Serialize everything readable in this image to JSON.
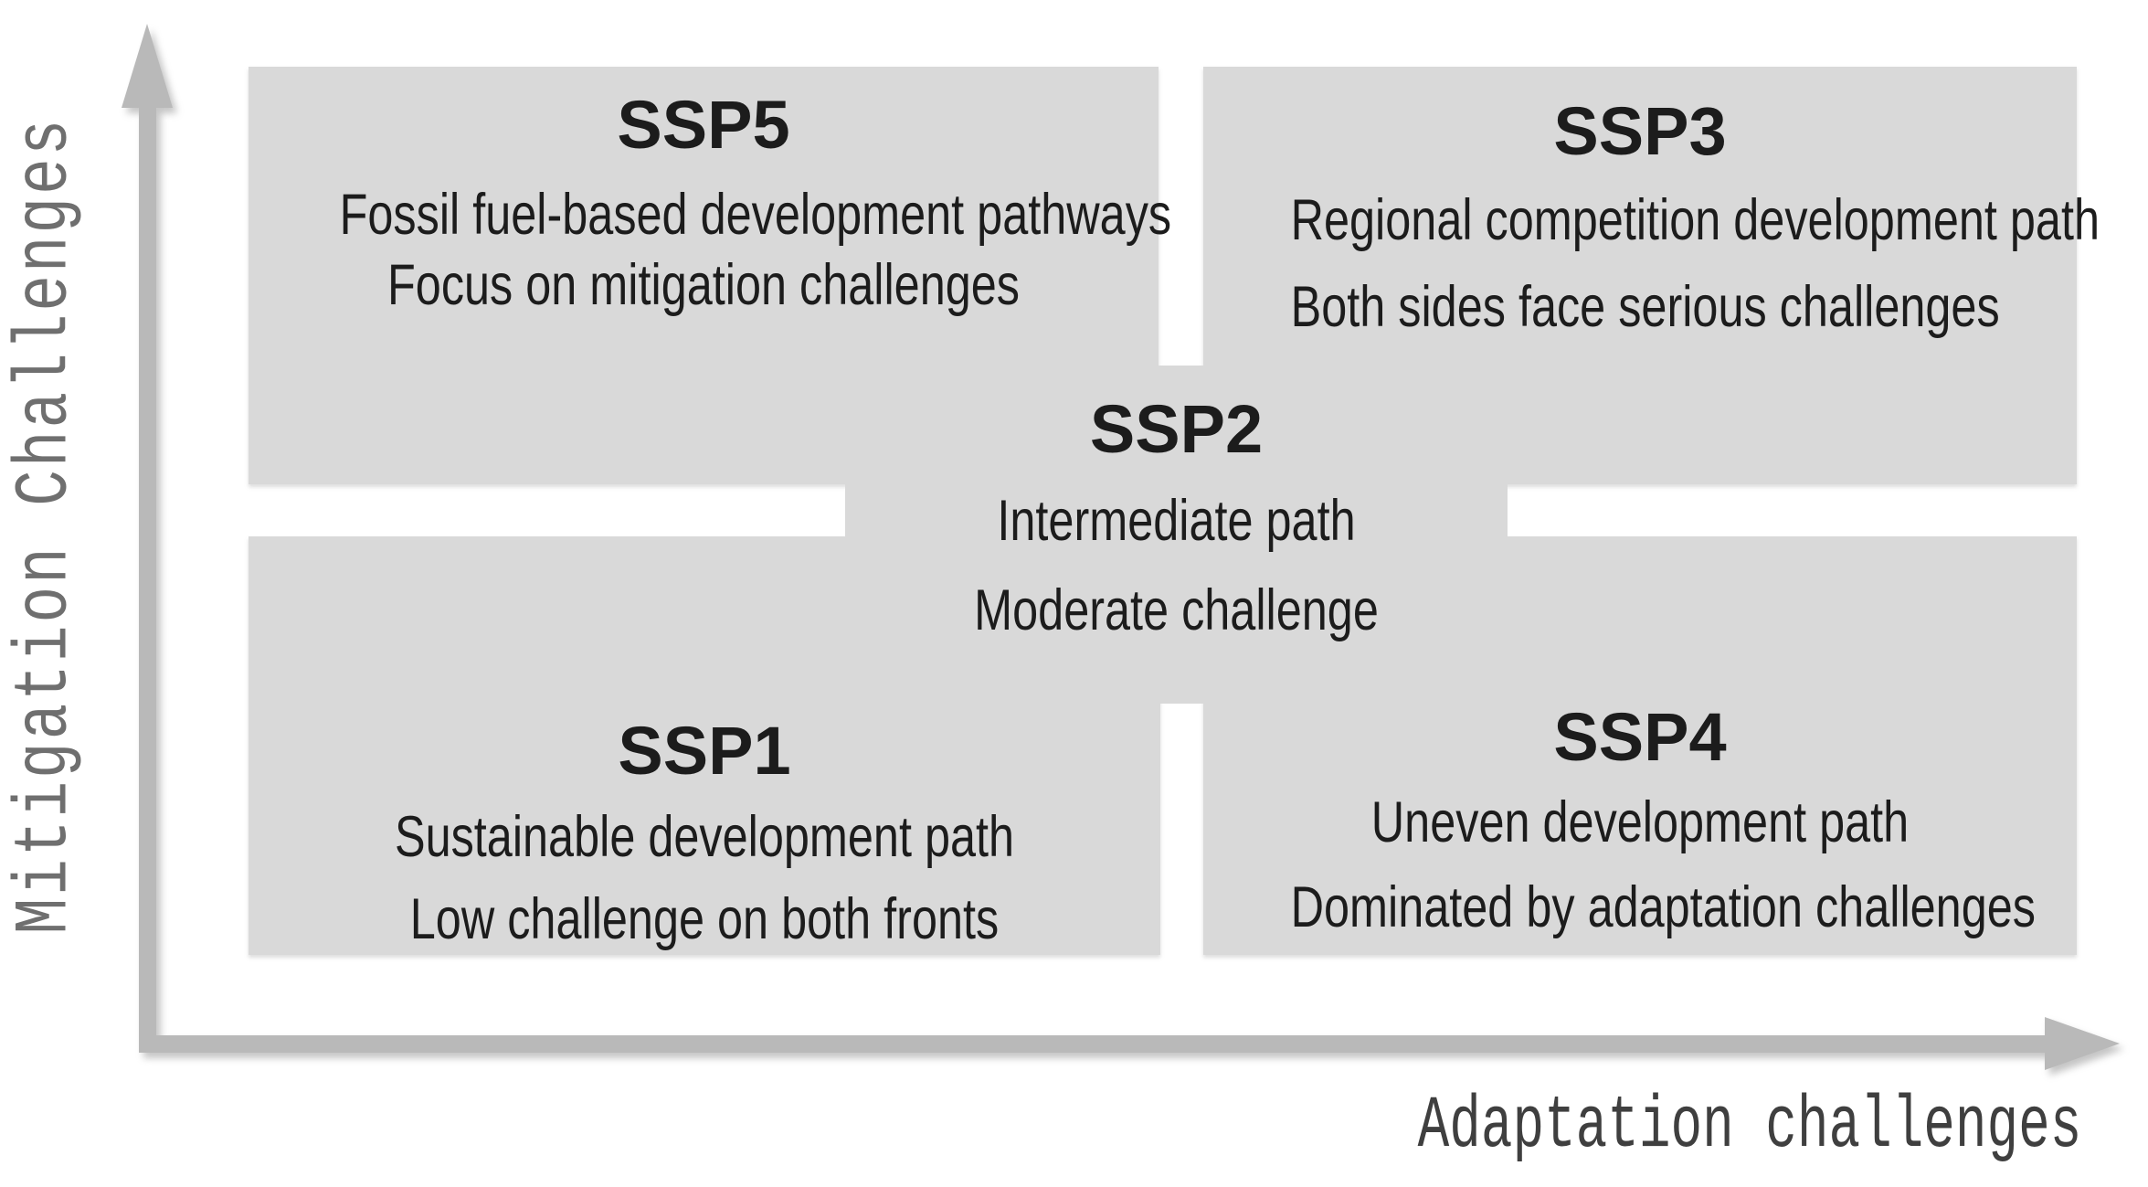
{
  "figure": {
    "y_axis_label": "Mitigation Challenges",
    "x_axis_label": "Adaptation challenges",
    "quadrants": [
      {
        "id": "SSP5",
        "position": "top-left",
        "title": "SSP5",
        "line1": "Fossil fuel-based development pathways",
        "line2": "Focus on mitigation challenges"
      },
      {
        "id": "SSP3",
        "position": "top-right",
        "title": "SSP3",
        "line1": "Regional competition development path",
        "line2": "Both sides face serious challenges"
      },
      {
        "id": "SSP2",
        "position": "center",
        "title": "SSP2",
        "line1": "Intermediate path",
        "line2": "Moderate challenge"
      },
      {
        "id": "SSP1",
        "position": "bottom-left",
        "title": "SSP1",
        "line1": "Sustainable development path",
        "line2": "Low challenge on both fronts"
      },
      {
        "id": "SSP4",
        "position": "bottom-right",
        "title": "SSP4",
        "line1": "Uneven development path",
        "line2": "Dominated by adaptation challenges"
      }
    ],
    "colors": {
      "background": "#ffffff",
      "box_fill": "#d9d9d9",
      "arrow": "#b9b9b9",
      "text": "#1c1c1c",
      "y_label": "#6f6f6f",
      "x_label": "#3f3f3f"
    }
  }
}
